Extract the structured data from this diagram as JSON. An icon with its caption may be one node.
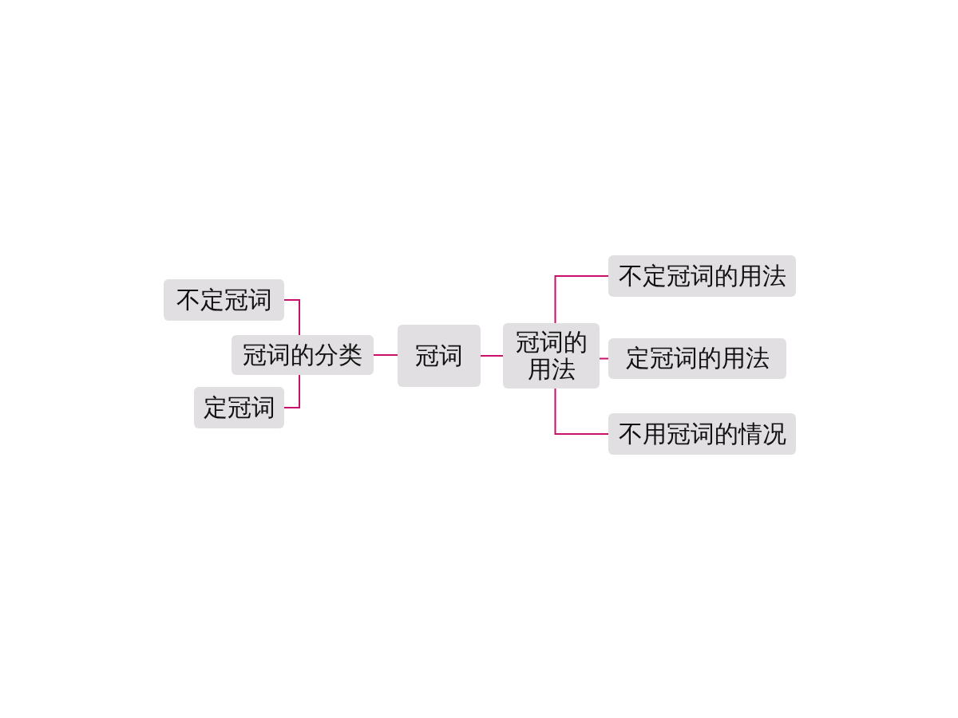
{
  "diagram": {
    "nodes": [
      {
        "text": [
          "冠词"
        ]
      },
      {
        "text": [
          "冠词的分类"
        ]
      },
      {
        "text": [
          "不定冠词"
        ]
      },
      {
        "text": [
          "定冠词"
        ]
      },
      {
        "text": [
          "冠词的用法"
        ]
      },
      {
        "text": [
          "不定冠词的用法"
        ]
      },
      {
        "text": [
          "定冠词的用法"
        ]
      },
      {
        "text": [
          "不用冠词的情况"
        ]
      }
    ],
    "edges": [
      {
        "from": 0,
        "to": 1,
        "arrow": "none"
      },
      {
        "from": 0,
        "to": 4,
        "arrow": "none"
      },
      {
        "from": 1,
        "to": 2,
        "arrow": "none"
      },
      {
        "from": 1,
        "to": 3,
        "arrow": "none"
      },
      {
        "from": 4,
        "to": 5,
        "arrow": "none"
      },
      {
        "from": 4,
        "to": 6,
        "arrow": "none"
      },
      {
        "from": 4,
        "to": 7,
        "arrow": "none"
      }
    ]
  }
}
